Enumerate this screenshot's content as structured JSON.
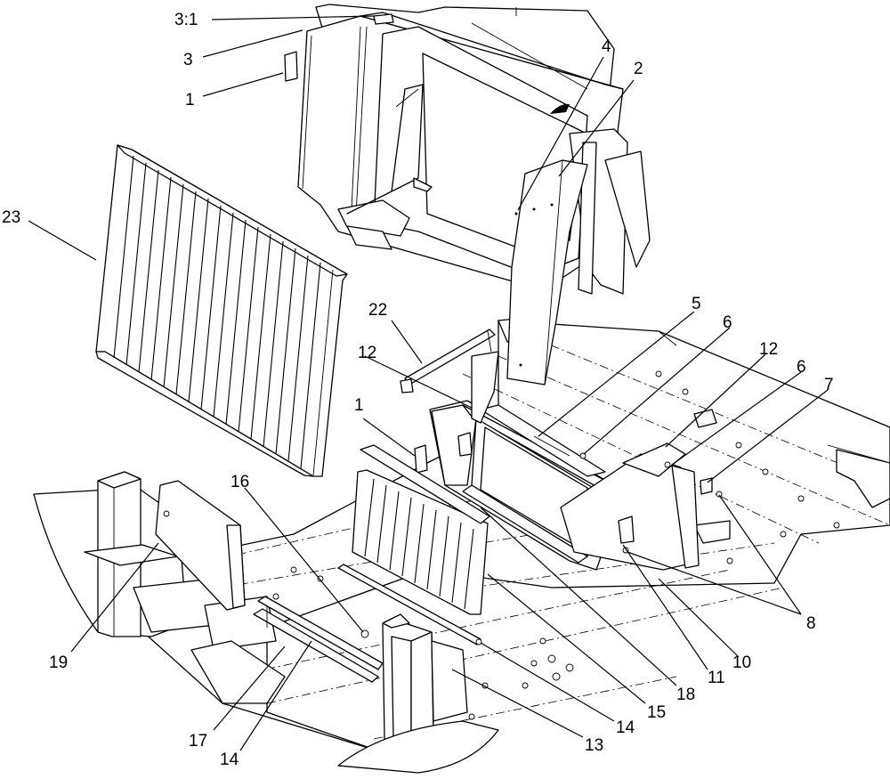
{
  "diagram": {
    "callouts": [
      {
        "id": "c-3-1",
        "label": "3:1"
      },
      {
        "id": "c-3",
        "label": "3"
      },
      {
        "id": "c-1-top",
        "label": "1"
      },
      {
        "id": "c-4",
        "label": "4"
      },
      {
        "id": "c-2",
        "label": "2"
      },
      {
        "id": "c-23",
        "label": "23"
      },
      {
        "id": "c-22",
        "label": "22"
      },
      {
        "id": "c-5",
        "label": "5"
      },
      {
        "id": "c-6-a",
        "label": "6"
      },
      {
        "id": "c-12-a",
        "label": "12"
      },
      {
        "id": "c-12-b",
        "label": "12"
      },
      {
        "id": "c-6-b",
        "label": "6"
      },
      {
        "id": "c-7",
        "label": "7"
      },
      {
        "id": "c-1-mid",
        "label": "1"
      },
      {
        "id": "c-16",
        "label": "16"
      },
      {
        "id": "c-8",
        "label": "8"
      },
      {
        "id": "c-19",
        "label": "19"
      },
      {
        "id": "c-10",
        "label": "10"
      },
      {
        "id": "c-11",
        "label": "11"
      },
      {
        "id": "c-18",
        "label": "18"
      },
      {
        "id": "c-15",
        "label": "15"
      },
      {
        "id": "c-14-a",
        "label": "14"
      },
      {
        "id": "c-13",
        "label": "13"
      },
      {
        "id": "c-17",
        "label": "17"
      },
      {
        "id": "c-14-b",
        "label": "14"
      }
    ]
  }
}
